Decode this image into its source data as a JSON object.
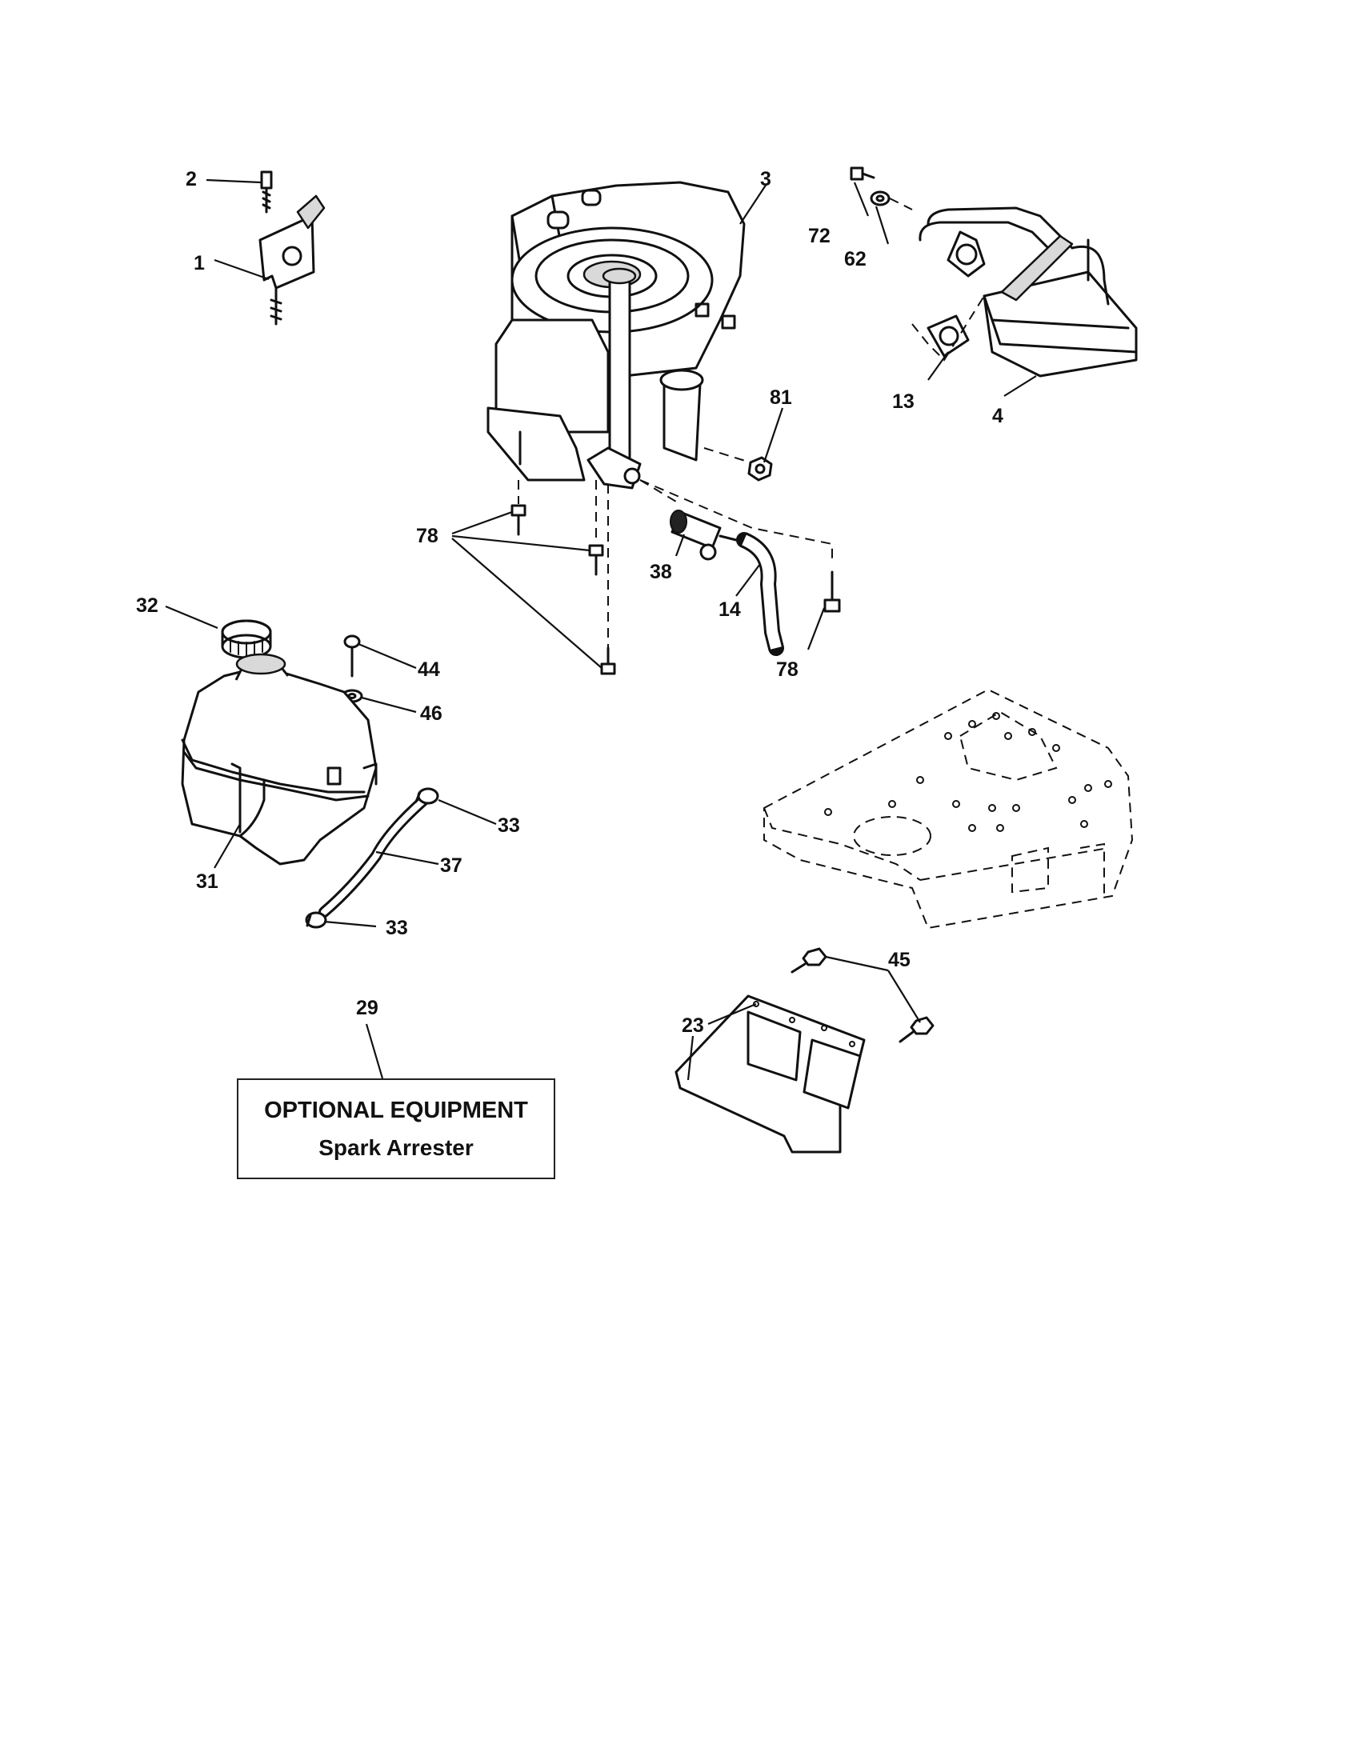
{
  "callouts": {
    "c1": "1",
    "c2": "2",
    "c3": "3",
    "c4": "4",
    "c13": "13",
    "c14": "14",
    "c23": "23",
    "c29": "29",
    "c31": "31",
    "c32": "32",
    "c33a": "33",
    "c33b": "33",
    "c37": "37",
    "c38": "38",
    "c44": "44",
    "c45": "45",
    "c46": "46",
    "c62": "62",
    "c72": "72",
    "c78a": "78",
    "c78b": "78",
    "c81": "81"
  },
  "optional_box": {
    "line1": "OPTIONAL EQUIPMENT",
    "line2": "Spark Arrester"
  }
}
